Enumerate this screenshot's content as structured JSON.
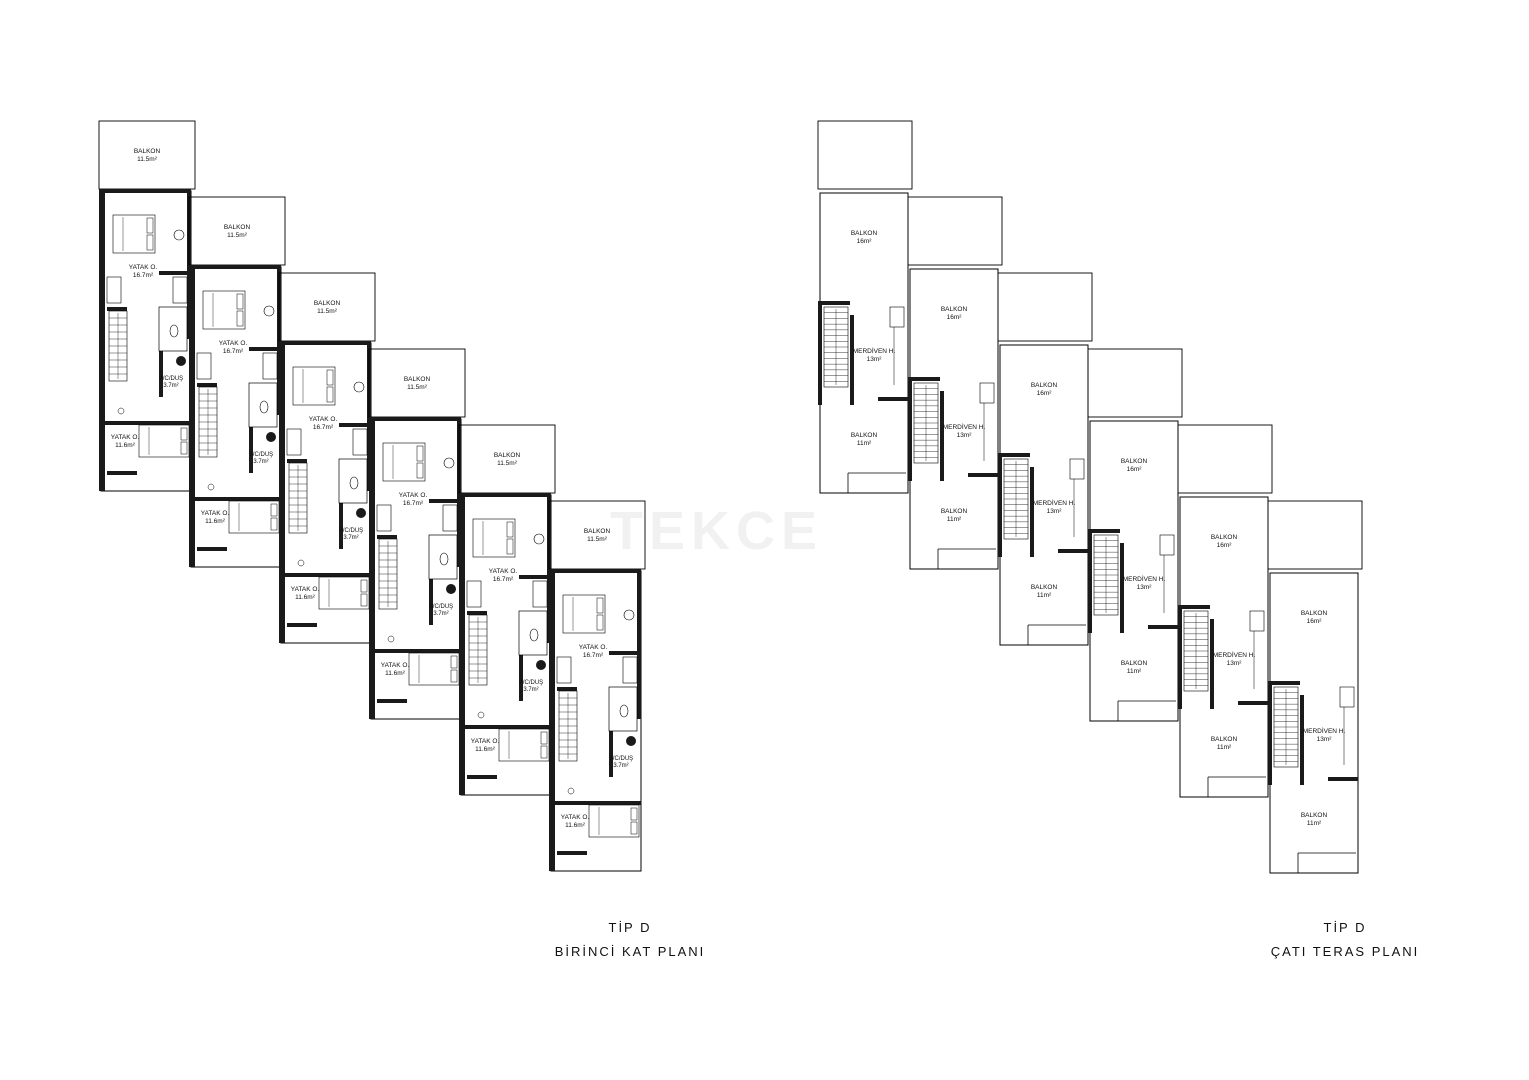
{
  "watermark": "TEKCE",
  "colors": {
    "line": "#000000",
    "fill": "#1a1a1a",
    "paper": "#ffffff"
  },
  "captions": {
    "left": {
      "line1": "TİP D",
      "line2": "BİRİNCİ KAT PLANI"
    },
    "right": {
      "line1": "TİP D",
      "line2": "ÇATI TERAS PLANI"
    }
  },
  "first_floor_units": [
    {
      "balcony": "BALKON",
      "balcony_area": "11.5m²",
      "master": "YATAK O.",
      "master_area": "16.7m²",
      "bath": "WC/DUŞ",
      "bath_area": "3.7m²",
      "bed": "YATAK O.",
      "bed_area": "11.6m²"
    },
    {
      "balcony": "BALKON",
      "balcony_area": "11.5m²",
      "master": "YATAK O.",
      "master_area": "16.7m²",
      "bath": "WC/DUŞ",
      "bath_area": "3.7m²",
      "bed": "YATAK O.",
      "bed_area": "11.6m²"
    },
    {
      "balcony": "BALKON",
      "balcony_area": "11.5m²",
      "master": "YATAK O.",
      "master_area": "16.7m²",
      "bath": "WC/DUŞ",
      "bath_area": "3.7m²",
      "bed": "YATAK O.",
      "bed_area": "11.6m²"
    },
    {
      "balcony": "BALKON",
      "balcony_area": "11.5m²",
      "master": "YATAK O.",
      "master_area": "16.7m²",
      "bath": "WC/DUŞ",
      "bath_area": "3.7m²",
      "bed": "YATAK O.",
      "bed_area": "11.6m²"
    },
    {
      "balcony": "BALKON",
      "balcony_area": "11.5m²",
      "master": "YATAK O.",
      "master_area": "16.7m²",
      "bath": "WC/DUŞ",
      "bath_area": "3.7m²",
      "bed": "YATAK O.",
      "bed_area": "11.6m²"
    },
    {
      "balcony": "BALKON",
      "balcony_area": "11.5m²",
      "master": "YATAK O.",
      "master_area": "16.7m²",
      "bath": "WC/DUŞ",
      "bath_area": "3.7m²",
      "bed": "YATAK O.",
      "bed_area": "11.6m²"
    }
  ],
  "roof_units": [
    {
      "balcony_top": "BALKON",
      "balcony_top_area": "16m²",
      "stair": "MERDİVEN H.",
      "stair_area": "13m²",
      "balcony_bottom": "BALKON",
      "balcony_bottom_area": "11m²"
    },
    {
      "balcony_top": "BALKON",
      "balcony_top_area": "16m²",
      "stair": "MERDİVEN H.",
      "stair_area": "13m²",
      "balcony_bottom": "BALKON",
      "balcony_bottom_area": "11m²"
    },
    {
      "balcony_top": "BALKON",
      "balcony_top_area": "16m²",
      "stair": "MERDİVEN H.",
      "stair_area": "13m²",
      "balcony_bottom": "BALKON",
      "balcony_bottom_area": "11m²"
    },
    {
      "balcony_top": "BALKON",
      "balcony_top_area": "16m²",
      "stair": "MERDİVEN H.",
      "stair_area": "13m²",
      "balcony_bottom": "BALKON",
      "balcony_bottom_area": "11m²"
    },
    {
      "balcony_top": "BALKON",
      "balcony_top_area": "16m²",
      "stair": "MERDİVEN H.",
      "stair_area": "13m²",
      "balcony_bottom": "BALKON",
      "balcony_bottom_area": "11m²"
    },
    {
      "balcony_top": "BALKON",
      "balcony_top_area": "16m²",
      "stair": "MERDİVEN H.",
      "stair_area": "13m²",
      "balcony_bottom": "BALKON",
      "balcony_bottom_area": "11m²"
    }
  ]
}
